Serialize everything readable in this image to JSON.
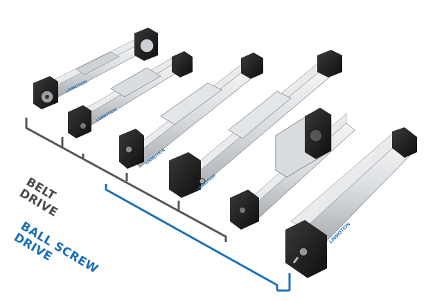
{
  "labels": {
    "belt_line1": "BELT",
    "belt_line2": "DRIVE",
    "ball_line1": "BALL SCREW",
    "ball_line2": "DRIVE"
  },
  "brand_text": "LINMOTION",
  "colors": {
    "belt_bracket": "#555555",
    "ball_bracket": "#1a6fb8",
    "aluminum_light": "#e6e8ea",
    "aluminum_dark": "#a9adb2",
    "end_cap": "#1b1b1b",
    "brand": "#1f6db5"
  }
}
